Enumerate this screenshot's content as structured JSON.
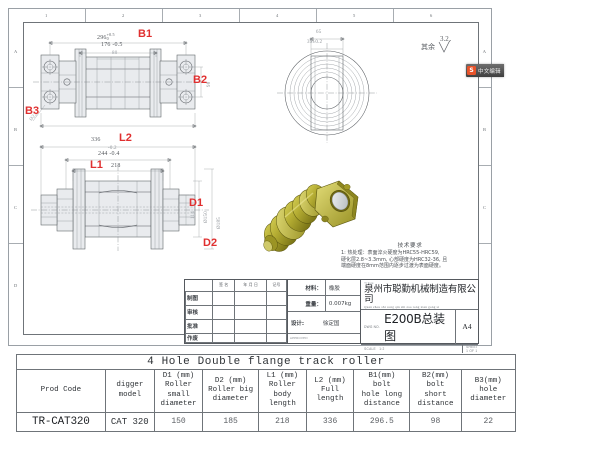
{
  "sheet": {
    "zones_vertical": [
      "A",
      "B",
      "C",
      "D"
    ],
    "zones_horizontal": [
      "1",
      "2",
      "3",
      "4",
      "5",
      "6"
    ],
    "surface_note": {
      "label": "其余",
      "value": "3.2"
    }
  },
  "views": {
    "front": {
      "dims": {
        "b1_nominal": "296",
        "b1_tol_upper": "+0.5",
        "b1_tol_lower": "0",
        "inner_176": "176",
        "inner_176_tol": "-0.5",
        "inner_80": "80",
        "b2_value": "98",
        "b3_value": "Ø22"
      },
      "labels": {
        "b1": "B1",
        "b2": "B2",
        "b3": "B3"
      }
    },
    "section": {
      "dims": {
        "l2_nominal": "336",
        "l2_tol": "-0.2",
        "mid_244": "244",
        "mid_244_tol": "-0.4",
        "l1_value": "218",
        "width_114": "114",
        "d1_value": "Ø150",
        "d2_value": "Ø185"
      },
      "labels": {
        "l1": "L1",
        "l2": "L2",
        "d1": "D1",
        "d2": "D2"
      }
    },
    "end": {
      "dims": {
        "width_65": "65",
        "bore_39": "39",
        "bore_39_tol": "±0.2"
      }
    }
  },
  "tech_requirements": {
    "heading": "技术要求",
    "lines": [
      "1: 热处理：表面淬火硬度为HRC55-HRC59,",
      "硬化层2.8~3.3mm, 心部硬度为HRC32-36, 且",
      "端面硬度在8mm范围内逐步过渡为表面硬度。"
    ]
  },
  "title_block": {
    "rev_headers": [
      "签 名",
      "年 月 日",
      "记号"
    ],
    "rows": [
      "制图",
      "审核",
      "批准",
      "作废"
    ],
    "material_label": "材料：",
    "material_value": "橡胶",
    "weight_label": "重量：",
    "weight_value": "0.007kg",
    "design_label": "设计:",
    "design_value": "徐定国",
    "approved_tiny": "APPROVED",
    "title_tiny": "TITLE",
    "company_cn": "泉州市聪勤机械制造有限公司",
    "company_pinyin": "Quan zhou shi cong qin shi zao rong xian gong si",
    "dwgno_label": "DWG NO.",
    "dwgno_value": "E200B总装图",
    "sheet_size": "A4",
    "scale_label": "SCALE",
    "scale_value": "1:2",
    "sheet_label": "SHEET 1 OF 1"
  },
  "watermark": {
    "badge": "S",
    "text": "中文编辑"
  },
  "spec": {
    "caption": "4 Hole Double flange track roller",
    "columns": [
      {
        "code": "",
        "lines": [
          "Prod Code"
        ]
      },
      {
        "code": "",
        "lines": [
          "digger",
          "model"
        ]
      },
      {
        "code": "D1 (mm)",
        "lines": [
          "Roller",
          "small",
          "diameter"
        ]
      },
      {
        "code": "D2 (mm)",
        "lines": [
          "Roller big",
          "diameter"
        ]
      },
      {
        "code": "L1 (mm)",
        "lines": [
          "Roller",
          "body",
          "length"
        ]
      },
      {
        "code": "L2 (mm)",
        "lines": [
          "Full",
          "length"
        ]
      },
      {
        "code": "B1(mm)",
        "lines": [
          "bolt",
          "hole long",
          "distance"
        ]
      },
      {
        "code": "B2(mm)",
        "lines": [
          "bolt",
          "short",
          "distance"
        ]
      },
      {
        "code": "B3(mm)",
        "lines": [
          "hole",
          "diameter"
        ]
      }
    ],
    "rows": [
      [
        "TR-CAT320",
        "CAT 320",
        "150",
        "185",
        "218",
        "336",
        "296.5",
        "98",
        "22"
      ]
    ]
  }
}
